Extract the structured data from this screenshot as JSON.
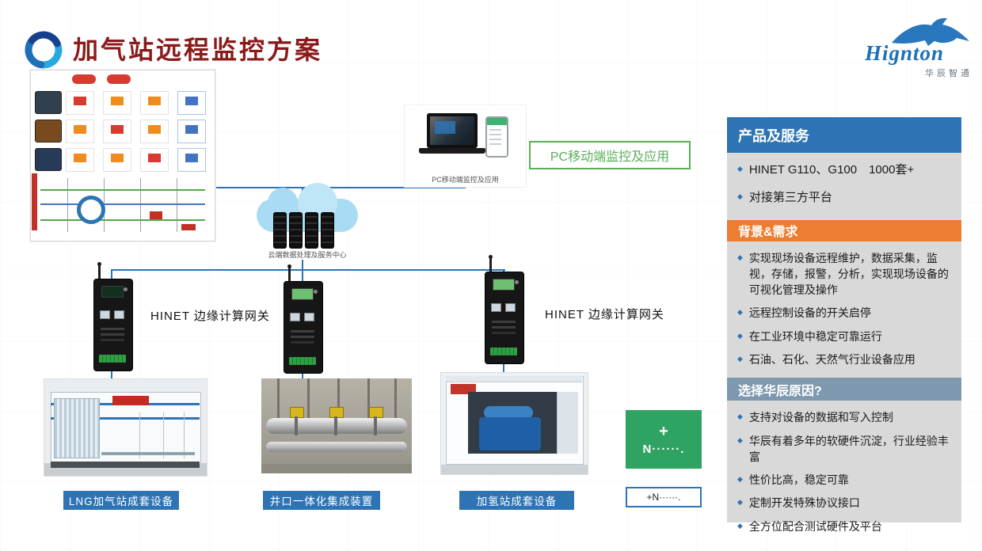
{
  "header": {
    "title": "加气站远程监控方案",
    "brand": {
      "wordmark": "Hignton",
      "subtext": "华辰智通"
    }
  },
  "diagram": {
    "monitor_label": "PC移动端监控及应用",
    "laptop_caption": "PC移动端监控及应用",
    "cloud_caption": "云端数据处理及服务中心",
    "gateway_label_left": "HINET 边缘计算网关",
    "gateway_label_right": "HINET 边缘计算网关",
    "more": {
      "plus": "+",
      "dots": "N······.",
      "tag": "+N······."
    },
    "equipment": [
      {
        "label": "LNG加气站成套设备"
      },
      {
        "label": "井口一体化集成装置"
      },
      {
        "label": "加氢站成套设备"
      }
    ]
  },
  "sidebar": {
    "sections": [
      {
        "title": "产品及服务",
        "items": [
          "HINET G110、G100　1000套+",
          "对接第三方平台"
        ]
      },
      {
        "title": "背景&需求",
        "items": [
          "实现现场设备远程维护，数据采集，监视，存储，报警，分析，实现现场设备的可视化管理及操作",
          "远程控制设备的开关启停",
          "在工业环境中稳定可靠运行",
          "石油、石化、天然气行业设备应用"
        ]
      },
      {
        "title": "选择华辰原因?",
        "items": [
          "支持对设备的数据和写入控制",
          "华辰有着多年的软硬件沉淀，行业经验丰富",
          "性价比高，稳定可靠",
          "定制开发特殊协议接口",
          "全方位配合测试硬件及平台"
        ]
      }
    ]
  },
  "colors": {
    "accent_blue": "#2E74B5",
    "accent_orange": "#ED7D31",
    "accent_slate": "#7E99AF",
    "label_green": "#5BAD5B",
    "more_green": "#2FA361",
    "title_color": "#8B1A1A",
    "brand_blue": "#1D70B8",
    "sidebar_bg": "#D9D9D9"
  }
}
